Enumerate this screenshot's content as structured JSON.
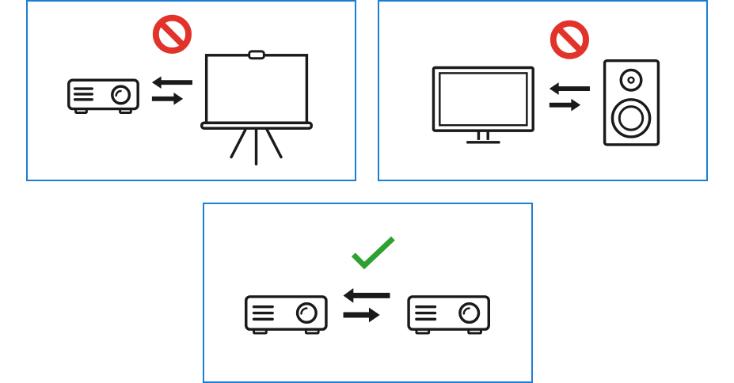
{
  "colors": {
    "panel_border": "#1a7fd4",
    "icon_stroke": "#1a1a1a",
    "prohibited": "#e2332b",
    "allowed": "#2ea12e",
    "background": "#ffffff"
  },
  "panels": [
    {
      "status": "not-allowed",
      "status_icon": "prohibited-icon",
      "left_device": "projector-icon",
      "connection": "bidirectional-arrows-icon",
      "right_device": "projection-screen-icon"
    },
    {
      "status": "not-allowed",
      "status_icon": "prohibited-icon",
      "left_device": "monitor-icon",
      "connection": "bidirectional-arrows-icon",
      "right_device": "speaker-icon"
    },
    {
      "status": "allowed",
      "status_icon": "checkmark-icon",
      "left_device": "projector-icon",
      "connection": "bidirectional-arrows-icon",
      "right_device": "projector-icon"
    }
  ]
}
